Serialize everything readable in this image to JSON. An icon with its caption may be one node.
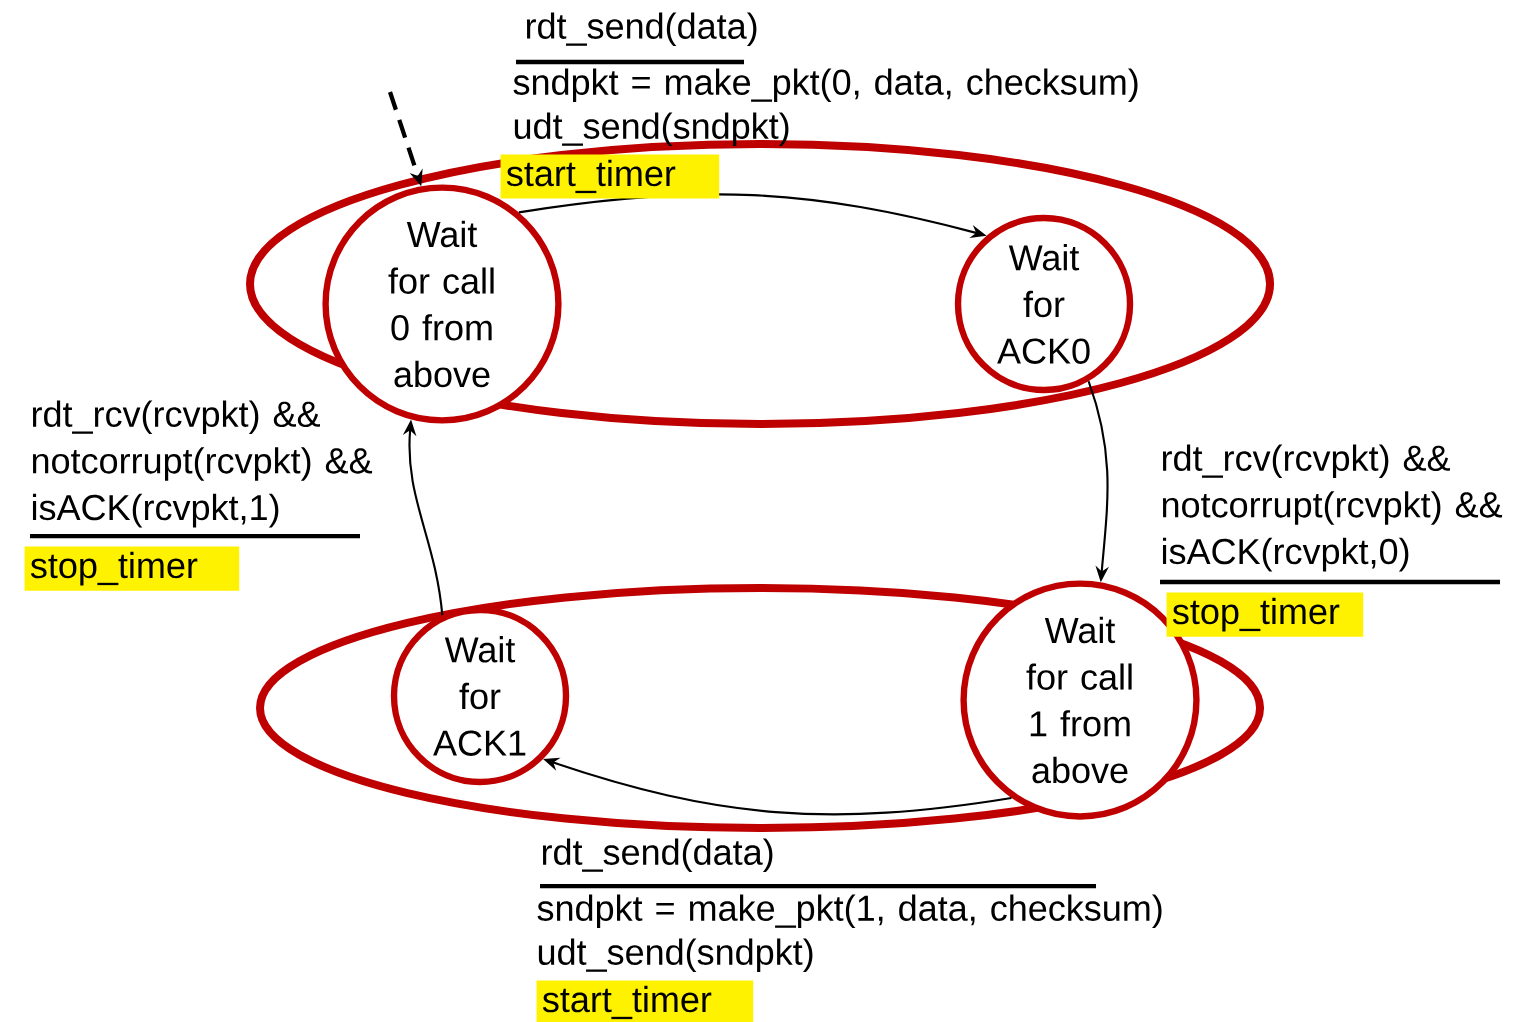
{
  "diagram": {
    "nodes": [
      {
        "text": [],
        "shape": "ellipse"
      },
      {
        "text": [
          "Wait for call 0 from above"
        ],
        "in": 0
      },
      {
        "text": [
          "Wait for ACK0"
        ],
        "in": 0
      },
      {
        "text": [],
        "shape": "ellipse"
      },
      {
        "text": [
          "Wait for ACK1"
        ],
        "in": 3
      },
      {
        "text": [
          "Wait for call 1 from above"
        ],
        "in": 3
      }
    ],
    "edges": [
      {
        "from": null,
        "to": 1,
        "arrow": "to",
        "style": "dashed"
      },
      {
        "from": 1,
        "to": 2,
        "arrow": "to",
        "label": "rdt_send(data)"
      },
      {
        "from": 2,
        "to": 5,
        "arrow": "to",
        "label": "rdt_rcv(rcvpkt) && notcorrupt(rcvpkt) && isACK(rcvpkt,0)"
      },
      {
        "from": 5,
        "to": 4,
        "arrow": "to",
        "label": "rdt_send(data)"
      },
      {
        "from": 4,
        "to": 1,
        "arrow": "to",
        "label": "rdt_rcv(rcvpkt) && notcorrupt(rcvpkt) && isACK(rcvpkt,1)"
      }
    ],
    "labels": [
      "sndpkt = make_pkt(0, data, checksum)",
      "udt_send(sndpkt)",
      "start_timer",
      "stop_timer",
      "stop_timer",
      "sndpkt = make_pkt(1, data, checksum)",
      "udt_send(sndpkt)",
      "start_timer"
    ]
  }
}
